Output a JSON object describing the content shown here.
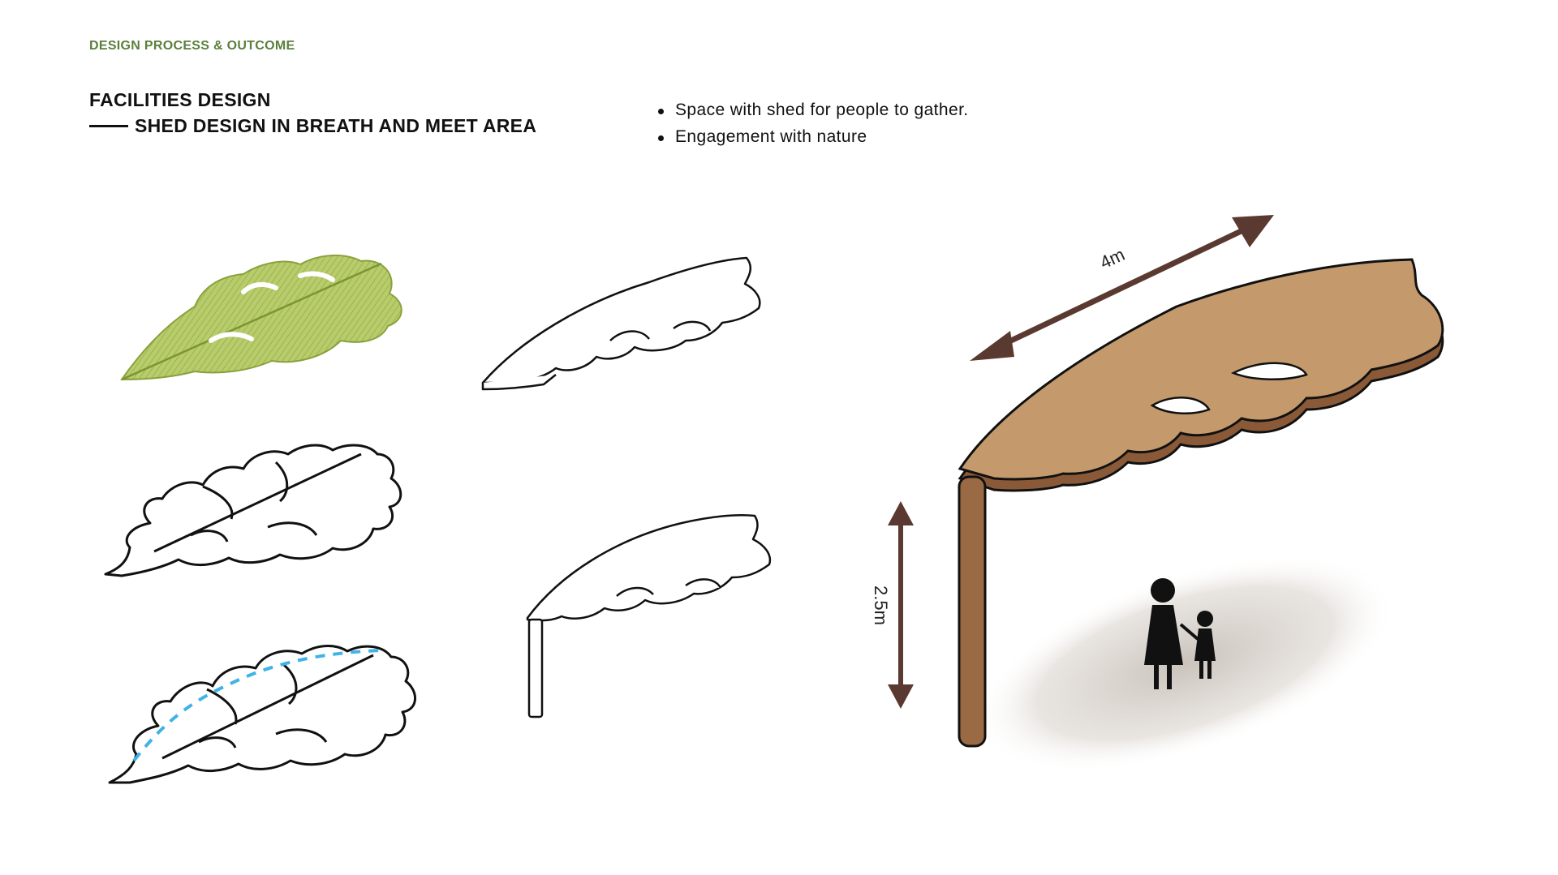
{
  "header": {
    "section_label": "DESIGN PROCESS & OUTCOME",
    "title_line1": "FACILITIES DESIGN",
    "title_line2": "SHED DESIGN IN BREATH AND MEET AREA"
  },
  "bullets": [
    "Space with shed for people to gather.",
    "Engagement with nature"
  ],
  "dimensions": {
    "width_label": "4m",
    "height_label": "2.5m"
  },
  "colors": {
    "accent_green": "#5b7f3c",
    "leaf_green": "#9cb34d",
    "canopy_top": "#c49a6c",
    "canopy_edge": "#8a5a38",
    "arrow_brown": "#5a3a30",
    "guide_blue": "#3fb3e6"
  }
}
